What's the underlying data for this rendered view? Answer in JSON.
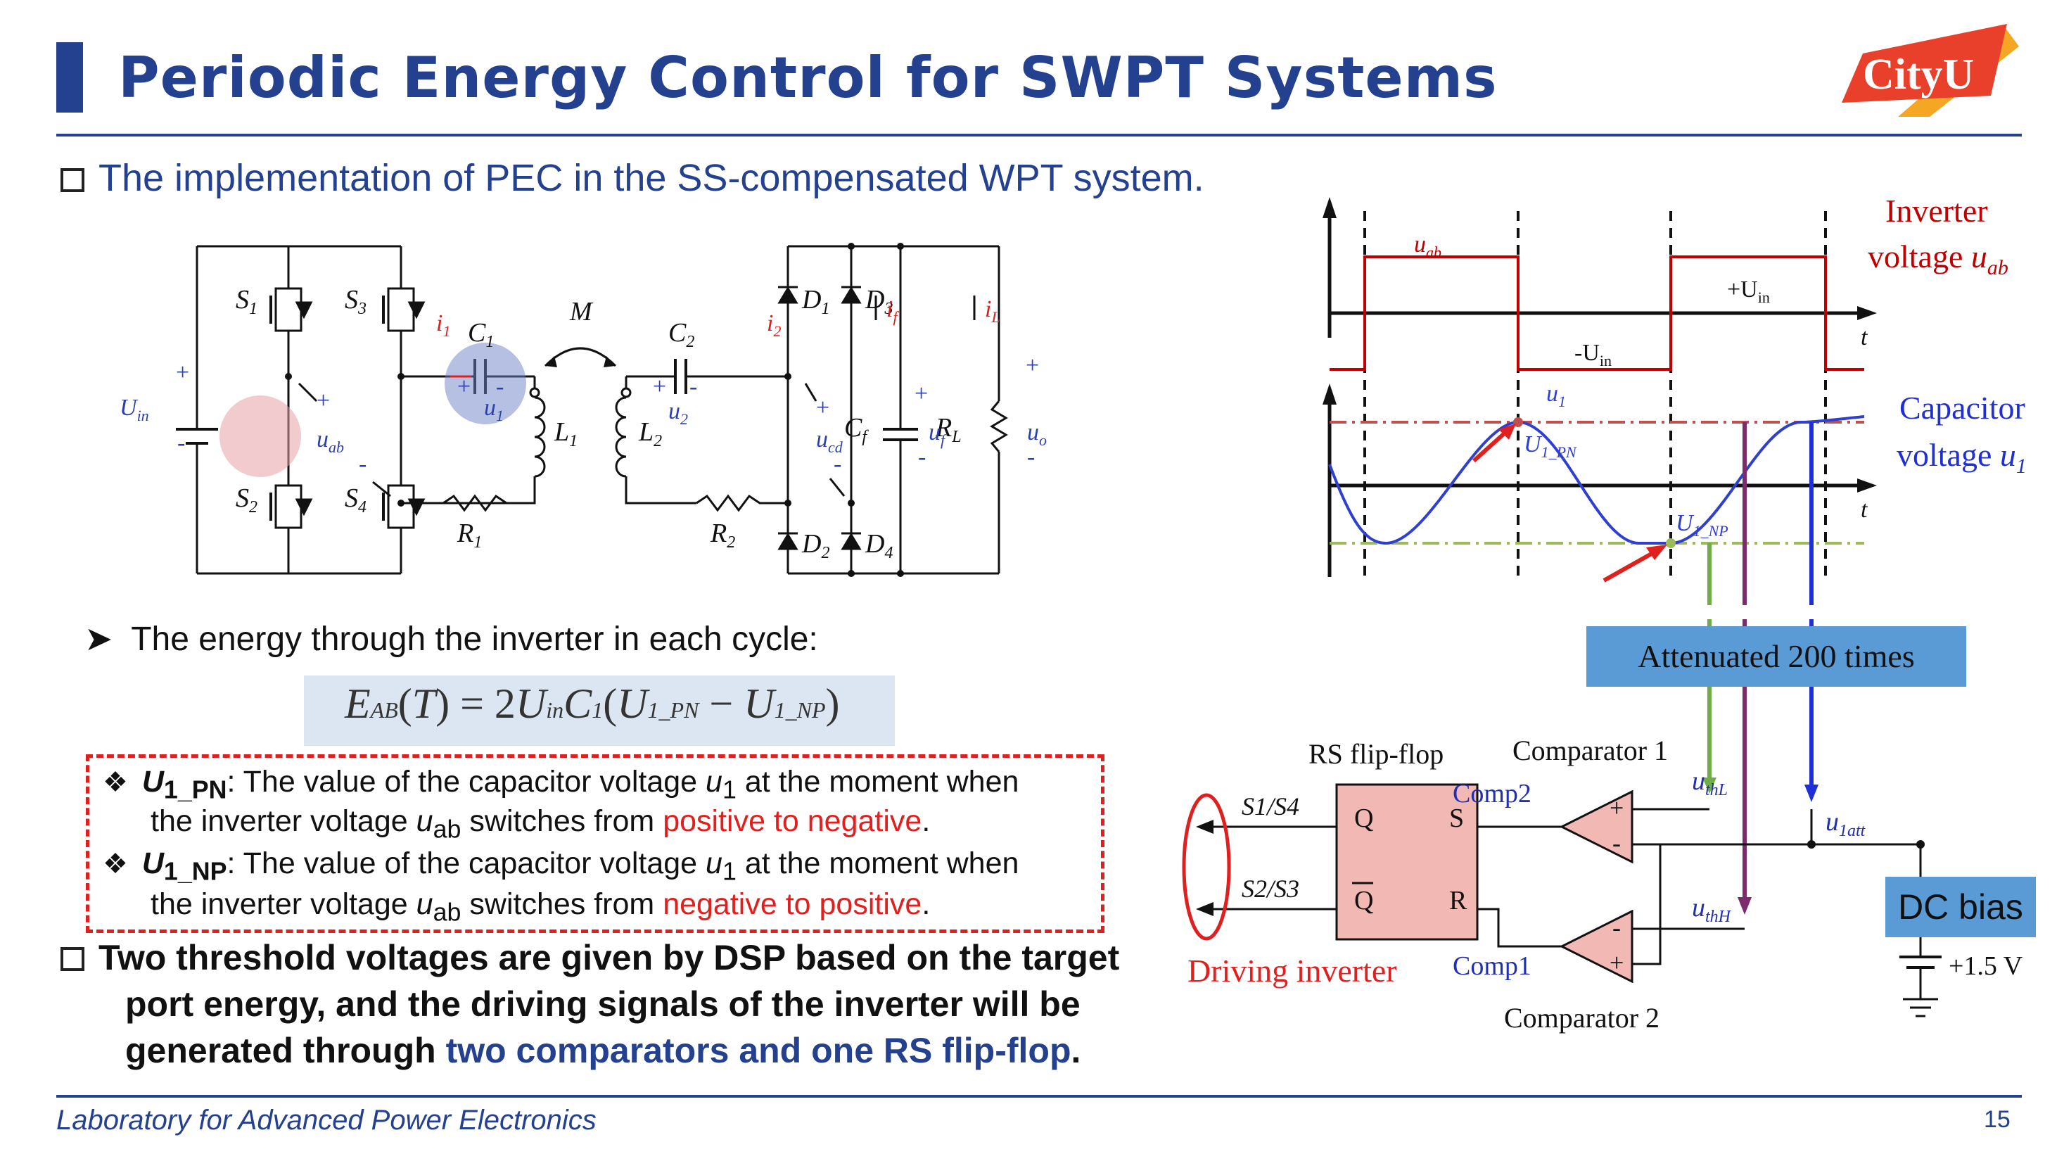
{
  "title": "Periodic Energy Control for SWPT Systems",
  "logo": {
    "text": "CityU",
    "colors": {
      "red": "#e8402a",
      "orange": "#f5a623"
    }
  },
  "subtitle": "The implementation of PEC in the SS-compensated WPT system.",
  "circuit": {
    "labels": {
      "s1": "S",
      "s1sub": "1",
      "s2": "S",
      "s2sub": "2",
      "s3": "S",
      "s3sub": "3",
      "s4": "S",
      "s4sub": "4",
      "uin": "U",
      "uinsub": "in",
      "uab": "u",
      "uabsub": "ab",
      "c1": "C",
      "c1sub": "1",
      "i1": "i",
      "i1sub": "1",
      "u1": "u",
      "u1sub": "1",
      "l1": "L",
      "l1sub": "1",
      "m": "M",
      "l2": "L",
      "l2sub": "2",
      "c2": "C",
      "c2sub": "2",
      "i2": "i",
      "i2sub": "2",
      "u2": "u",
      "u2sub": "2",
      "r1": "R",
      "r1sub": "1",
      "r2": "R",
      "r2sub": "2",
      "ucd": "u",
      "ucdsub": "cd",
      "d1": "D",
      "d1sub": "1",
      "d2": "D",
      "d2sub": "2",
      "d3": "D",
      "d3sub": "3",
      "d4": "D",
      "d4sub": "4",
      "cf": "C",
      "cfsub": "f",
      "uf": "u",
      "ufsub": "f",
      "if": "i",
      "ifsub": "f",
      "rl": "R",
      "rlsub": "L",
      "il": "i",
      "ilsub": "L",
      "uo": "u",
      "uosub": "o",
      "plus": "+",
      "minus": "-"
    }
  },
  "waveforms": {
    "uab_label": "u",
    "uab_sub": "ab",
    "plus_uin": "+U",
    "plus_uin_sub": "in",
    "minus_uin": "-U",
    "minus_uin_sub": "in",
    "t": "t",
    "u1_label": "u",
    "u1_sub": "1",
    "u1pn": "U",
    "u1pn_sub": "1_PN",
    "u1np": "U",
    "u1np_sub": "1_NP",
    "inverter_label_1": "Inverter",
    "inverter_label_2": "voltage ",
    "inverter_label_var": "u",
    "inverter_label_sub": "ab",
    "capacitor_label_1": "Capacitor",
    "capacitor_label_2": "voltage ",
    "capacitor_label_var": "u",
    "capacitor_label_sub": "1",
    "colors": {
      "square": "#c00000",
      "sine": "#2f3fd0",
      "upn": "#c0504d",
      "unp": "#9bbb59"
    }
  },
  "control": {
    "attenuated": "Attenuated 200 times",
    "rs_flipflop": "RS flip-flop",
    "comparator1": "Comparator 1",
    "comparator2": "Comparator 2",
    "comp1": "Comp1",
    "comp2": "Comp2",
    "q": "Q",
    "qbar": "Q",
    "s": "S",
    "r": "R",
    "s1s4": "S1/S4",
    "s2s3": "S2/S3",
    "uthl": "u",
    "uthl_sub": "thL",
    "uthh": "u",
    "uthh_sub": "thH",
    "u1att": "u",
    "u1att_sub": "1att",
    "dc_bias": "DC bias",
    "plus15": "+1.5 V",
    "driving": "Driving inverter",
    "plus": "+",
    "minus": "-"
  },
  "energy_bullet": "The energy through the inverter in each cycle:",
  "equation": {
    "e": "E",
    "e_sub": "AB",
    "lp": "(",
    "t": "T",
    "rp": ")",
    "eq": " = 2",
    "u": "U",
    "u_sub": "in",
    "c": "C",
    "c_sub": "1",
    "lp2": "(",
    "u1": "U",
    "u1_sub": "1_PN",
    "minus": " − ",
    "u2": "U",
    "u2_sub": "1_NP",
    "rp2": ")"
  },
  "definitions": [
    {
      "term": "U",
      "term_sub": "1_PN",
      "line1": ": The value of the capacitor voltage ",
      "var": "u",
      "var_sub": "1",
      "line1_end": " at the moment when",
      "line2_start": "the inverter voltage ",
      "var2": "u",
      "var2_sub": "ab",
      "line2_mid": " switches from ",
      "highlight": "positive to negative",
      "end": "."
    },
    {
      "term": "U",
      "term_sub": "1_NP",
      "line1": ": The value of the capacitor voltage ",
      "var": "u",
      "var_sub": "1",
      "line1_end": " at the moment when",
      "line2_start": "the inverter voltage ",
      "var2": "u",
      "var2_sub": "ab",
      "line2_mid": " switches from ",
      "highlight": "negative to positive",
      "end": "."
    }
  ],
  "threshold": {
    "line1": "Two threshold voltages are given by DSP based on the target",
    "line2": "port energy, and the driving signals of the inverter will be",
    "line3_start": "generated through ",
    "line3_blue": "two comparators and one RS flip-flop",
    "line3_end": "."
  },
  "footer": {
    "lab": "Laboratory for Advanced Power Electronics",
    "page": "15"
  }
}
